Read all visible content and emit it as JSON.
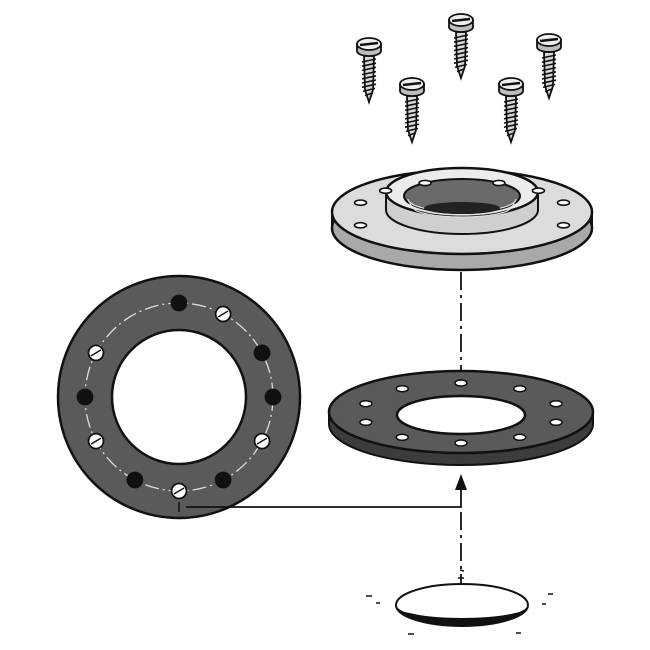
{
  "diagram": {
    "type": "exploded-assembly",
    "labels": [],
    "components": [
      {
        "name": "screws",
        "count": 5
      },
      {
        "name": "threaded-flange",
        "bolt_holes": 8
      },
      {
        "name": "gasket",
        "bolt_holes": 10
      },
      {
        "name": "gasket-plan-view",
        "filled_holes": 5,
        "open_holes": 6
      },
      {
        "name": "mounting-hole"
      }
    ],
    "colors": {
      "ink": "#111111",
      "gasket": "#5a5a5a",
      "flange_light": "#dcdcdc",
      "flange_shade": "#a9a9a9",
      "background": "#ffffff"
    }
  }
}
